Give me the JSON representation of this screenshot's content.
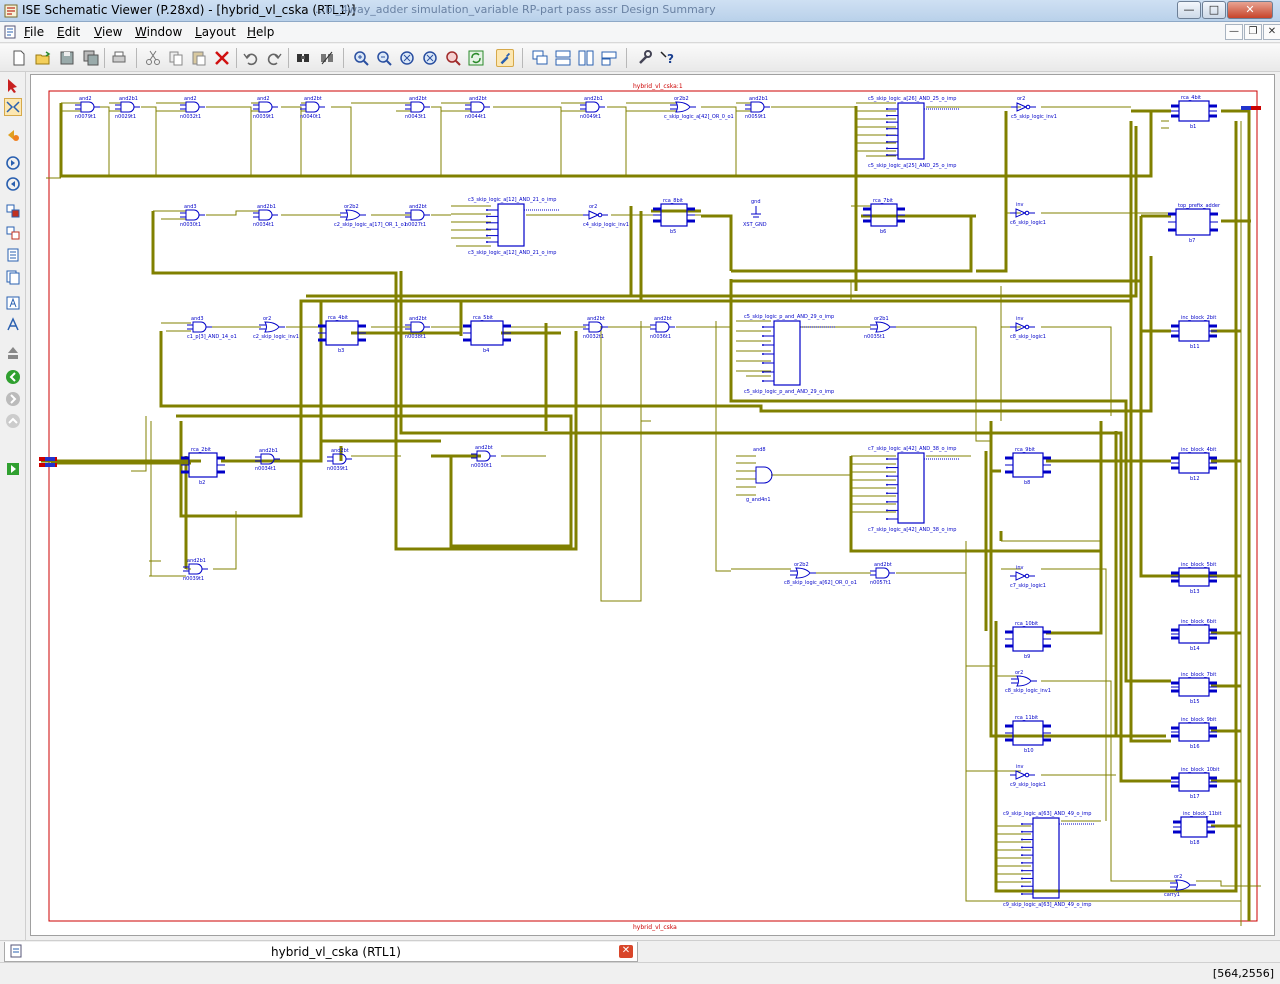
{
  "window": {
    "title": "ISE Schematic Viewer (P.28xd) - [hybrid_vl_cska (RTL1)]",
    "background_tabs_text": "...bl_4way_adder  simulation_variable  RP-part pass assr  Design Summary",
    "minimize_label": "—",
    "maximize_label": "□",
    "close_label": "✕"
  },
  "menu": {
    "items": [
      "File",
      "Edit",
      "View",
      "Window",
      "Layout",
      "Help"
    ],
    "mdi_minimize": "—",
    "mdi_restore": "❐",
    "mdi_close": "✕"
  },
  "toolbar": {
    "icons": [
      "new-icon",
      "open-icon",
      "save-icon",
      "save-all-icon",
      "print-icon",
      "cut-icon",
      "copy-icon",
      "paste-icon",
      "delete-icon",
      "undo-icon",
      "redo-icon",
      "find-icon",
      "find-next-icon",
      "zoom-in-icon",
      "zoom-out-icon",
      "zoom-fit-icon",
      "zoom-area-icon",
      "zoom-selection-icon",
      "refresh-icon",
      "select-mode-icon",
      "cascade-icon",
      "tile-horizontal-icon",
      "tile-vertical-icon",
      "arrange-icon",
      "properties-icon",
      "help-icon"
    ]
  },
  "palette": {
    "icons": [
      "select-arrow-icon",
      "select-net-icon",
      "add-instance-icon",
      "forward-icon",
      "back-icon",
      "show-level-icon",
      "hide-level-icon",
      "page-icon",
      "pages-icon",
      "attribute-icon",
      "text-icon",
      "push-icon",
      "go-back-icon",
      "go-forward-icon",
      "go-top-icon",
      "run-icon"
    ]
  },
  "schematic": {
    "top_label": "hybrid_vl_cska:1",
    "bottom_label": "hybrid_vl_cska",
    "wire_color": "#808000",
    "block_color": "#0000c8",
    "border_color": "#cc0000",
    "top_row_gates": [
      {
        "type": "and2",
        "name": "n0079t1"
      },
      {
        "type": "and2b1",
        "name": "n0029t1"
      },
      {
        "type": "and2",
        "name": "n0032t1"
      },
      {
        "type": "and2",
        "name": "n0039t1"
      },
      {
        "type": "and2bt",
        "name": "n0040t1"
      },
      {
        "type": "and2bt",
        "name": "n0043t1"
      },
      {
        "type": "and2bt",
        "name": "n0044t1"
      },
      {
        "type": "and2b1",
        "name": "n0049t1"
      },
      {
        "type": "or2b2",
        "name": "c_skip_logic_a[42]_OR_0_o1"
      },
      {
        "type": "and2b1",
        "name": "n0059t1"
      }
    ],
    "mux_blocks": [
      {
        "title": "c5_skip_logic_a[26]_AND_25_o_imp",
        "sub": "c5_skip_logic_a[25]_AND_25_o_imp"
      },
      {
        "title": "c3_skip_logic_a[12]_AND_21_o_imp",
        "sub": "c3_skip_logic_a[12]_AND_21_o_imp"
      },
      {
        "title": "c5_skip_logic_p_and_AND_29_o_imp",
        "sub": "c5_skip_logic_p_and_AND_29_o_imp"
      },
      {
        "title": "c7_skip_logic_a[42]_AND_38_o_imp",
        "sub": "c7_skip_logic_a[42]_AND_38_o_imp"
      },
      {
        "title": "c9_skip_logic_a[63]_AND_49_o_imp",
        "sub": "c9_skip_logic_a[63]_AND_49_o_imp"
      }
    ],
    "gate_labels": {
      "or2_1": "or2",
      "c5_inv1": "c5_skip_logic_inv1",
      "and3": "and3",
      "n0030t1": "n0030t1",
      "and2b1_a": "and2b1",
      "n0034t1": "n0034t1",
      "or2b2_a": "or2b2",
      "c2_or": "c2_skip_logic_a[17]_OR_1_o1",
      "and2bt_a": "and2bt",
      "n0027t1": "n0027t1",
      "or2_2": "or2",
      "c4_inv": "c4_skip_logic_inv1",
      "rca_8bit": "rca_8bit",
      "b5": "b5",
      "gnd": "gnd",
      "xst_gnd": "XST_GND",
      "rca_7bit": "rca_7bit",
      "b6": "b6",
      "inv_1": "inv",
      "c6_logic1": "c6_skip_logic1",
      "top_prefix": "top_prefix_adder",
      "b7": "b7",
      "rca_4bit": "rca_4bit",
      "b1": "b1",
      "and3_b": "and3",
      "c1_and": "c1_p[3]_AND_14_o1",
      "or2_3": "or2",
      "c2_inv": "c2_skip_logic_inv1",
      "rca_5bit": "rca_4bit",
      "b3": "b3",
      "and2bt_b": "and2bt",
      "n0038t1": "n0038t1",
      "rca_6bit": "rca_5bit",
      "b4": "b4",
      "and2b1_b": "and2bt",
      "n0032t1b": "n0032t1",
      "and2bt_c": "and2bt",
      "n0036t1": "n0036t1",
      "or2b1": "or2b1",
      "n0035t1": "n0035t1",
      "inv_2": "inv",
      "c8_logic1": "c8_skip_logic1",
      "inc_2bit": "inc_block_2bit",
      "b11": "b11",
      "rca_2bit": "rca_2bit",
      "b2": "b2",
      "and2b1_c": "and2b1",
      "n0034t1b": "n0034t1",
      "and2bt_d": "and2bt",
      "n0039t1b": "n0039t1",
      "and2bt_e": "and2bt",
      "n0030t1b": "n0030t1",
      "and8": "and8",
      "g_and4n1": "g_and4n1",
      "rca_9bit": "rca_9bit",
      "b8": "b8",
      "inc_4bit": "inc_block_4bit",
      "b12": "b12",
      "and2b1_d": "and2b1",
      "n0039t1c": "n0039t1",
      "or2b2_b": "or2b2",
      "c8_or": "c8_skip_logic_a[62]_OR_0_o1",
      "and2bt_f": "and2bt",
      "n0057t1": "n0057t1",
      "inv_3": "inv",
      "c7_logic1": "c7_skip_logic1",
      "inc_5bit": "inc_block_5bit",
      "b13": "b13",
      "rca_10bit": "rca_10bit",
      "b9": "b9",
      "inc_6bit": "inc_block_6bit",
      "b14": "b14",
      "or2_4": "or2",
      "c8_inv": "c8_skip_logic_inv1",
      "inc_7bit": "inc_block_7bit",
      "b15": "b15",
      "rca_11bit": "rca_11bit",
      "b10": "b10",
      "inc_9bit": "inc_block_9bit",
      "b16": "b16",
      "inv_4": "inv",
      "c9_logic1": "c9_skip_logic1",
      "inc_10bit": "inc_block_10bit",
      "b17": "b17",
      "inc_11bit": "inc_block_11bit",
      "b18": "b18",
      "or2_5": "or2",
      "carry1": "carry1"
    }
  },
  "tabs": {
    "document": "hybrid_vl_cska (RTL1)",
    "close_label": "✕"
  },
  "status": {
    "coords": "[564,2556]"
  }
}
